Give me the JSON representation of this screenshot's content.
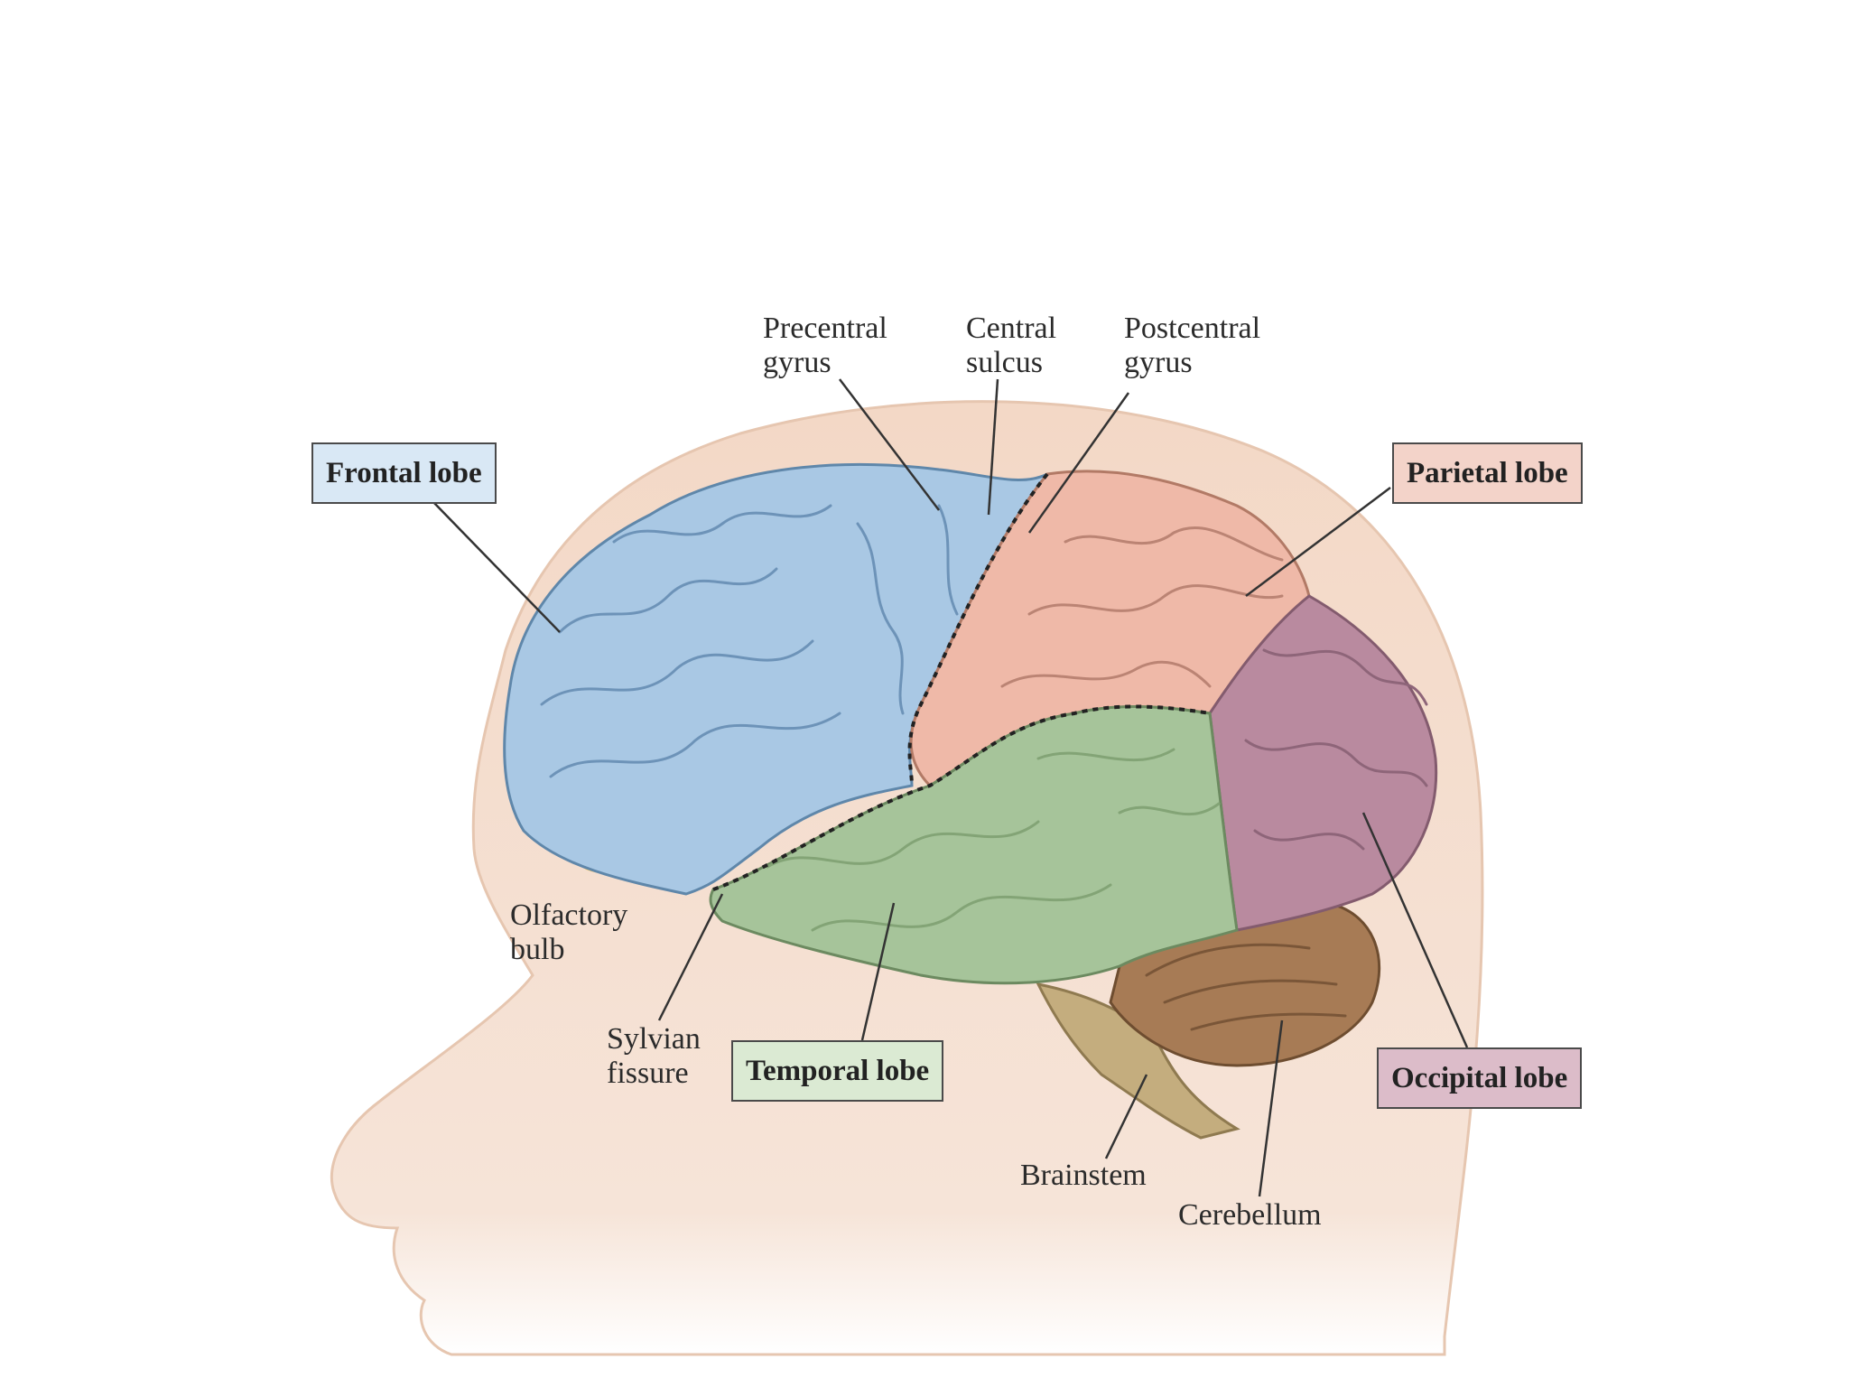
{
  "labels": {
    "frontal_lobe": "Frontal lobe",
    "parietal_lobe": "Parietal lobe",
    "temporal_lobe": "Temporal lobe",
    "occipital_lobe": "Occipital lobe",
    "precentral_gyrus": [
      "Precentral",
      "gyrus"
    ],
    "central_sulcus": [
      "Central",
      "sulcus"
    ],
    "postcentral_gyrus": [
      "Postcentral",
      "gyrus"
    ],
    "olfactory_bulb": [
      "Olfactory",
      "bulb"
    ],
    "sylvian_fissure": [
      "Sylvian",
      "fissure"
    ],
    "brainstem": "Brainstem",
    "cerebellum": "Cerebellum"
  },
  "colors": {
    "frontal": "#a9c8e4",
    "parietal": "#efb9a8",
    "temporal": "#a6c49a",
    "occipital": "#b98a9f",
    "cerebellum": "#a77b55",
    "brainstem": "#c4ad7e",
    "skin": "#f4dccb",
    "frontal_box": "#d9e8f5",
    "parietal_box": "#f3d3c9",
    "temporal_box": "#dbead3",
    "occipital_box": "#dcbcc9"
  }
}
